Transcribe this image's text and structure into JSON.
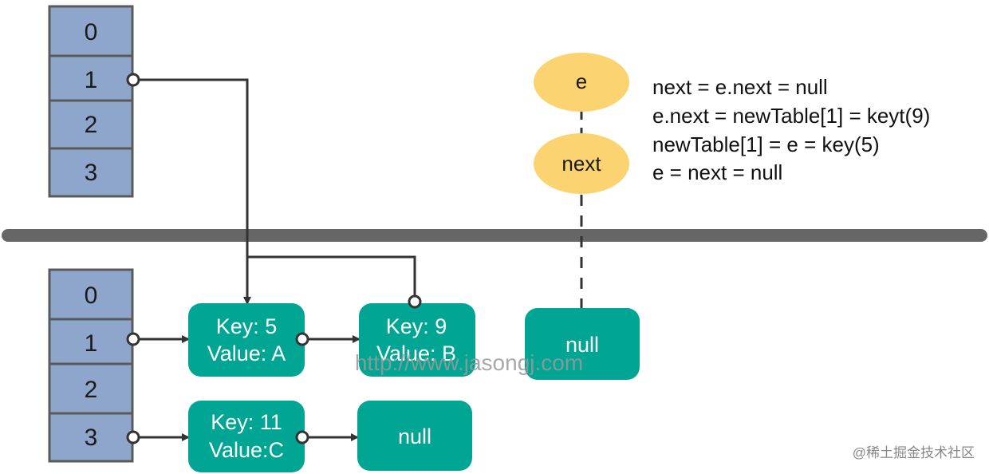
{
  "old_table": {
    "cells": [
      "0",
      "1",
      "2",
      "3"
    ]
  },
  "new_table": {
    "cells": [
      "0",
      "1",
      "2",
      "3"
    ]
  },
  "nodes": {
    "key5": {
      "key": "Key: 5",
      "value": "Value: A"
    },
    "key9": {
      "key": "Key: 9",
      "value": "Value: B"
    },
    "key11": {
      "key": "Key: 11",
      "value": "Value:C"
    },
    "null_row1": "null",
    "null_row3": "null"
  },
  "pointers": {
    "e": "e",
    "next": "next"
  },
  "code_lines": [
    "next = e.next = null",
    "e.next = newTable[1] = keyt(9)",
    "newTable[1] = e = key(5)",
    "e = next = null"
  ],
  "watermark": "http://www.jasongj.com",
  "credit": "@稀土掘金技术社区",
  "colors": {
    "cell_fill": "#8fa6cc",
    "cell_border": "#5a5a5a",
    "node_fill": "#00a693",
    "oval_fill": "#fbd370",
    "divider": "#666666",
    "line": "#333333"
  }
}
